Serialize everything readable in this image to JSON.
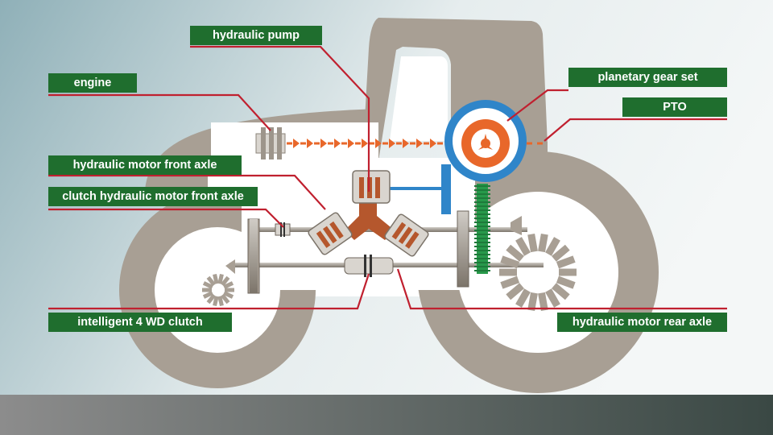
{
  "colors": {
    "label_bg": "#1f6e2e",
    "leader_line": "#c0202f",
    "tractor_body": "#a89f94",
    "engine_flow": "#e8672a",
    "planetary_ring": "#2f85c9",
    "drive_gear": "#27994a",
    "hydraulic_block": "#b5572d",
    "ground_band": "#3a4844"
  },
  "labels": {
    "hydraulic_pump": "hydraulic pump",
    "engine": "engine",
    "planetary_gear_set": "planetary gear set",
    "pto": "PTO",
    "hydraulic_motor_front_axle": "hydraulic motor front axle",
    "clutch_hydraulic_motor_front_axle": "clutch hydraulic motor front axle",
    "intelligent_4wd_clutch": "intelligent 4 WD clutch",
    "hydraulic_motor_rear_axle": "hydraulic motor rear axle"
  }
}
